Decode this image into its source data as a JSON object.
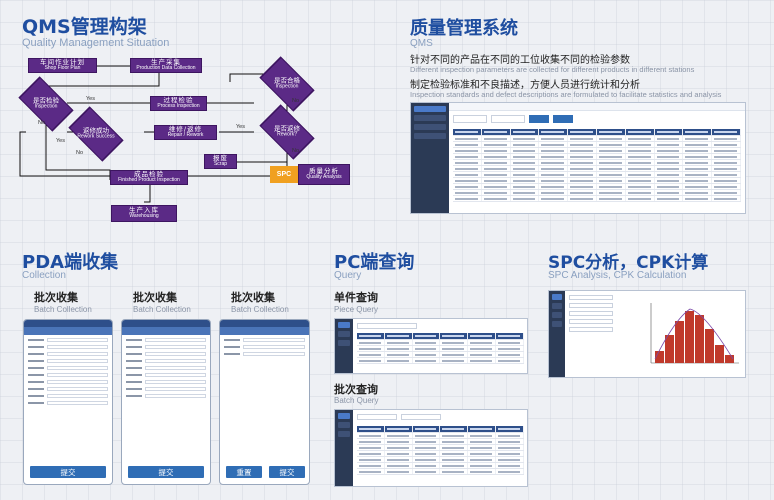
{
  "qms": {
    "title": "QMS管理构架",
    "subtitle": "Quality Management Situation"
  },
  "flow": {
    "floor_plan": {
      "cn": "车间作业计划",
      "en": "Shop Floor Plan"
    },
    "data_collection": {
      "cn": "生产采集",
      "en": "Production Data Collection"
    },
    "inspection_q": {
      "cn": "是否检验",
      "en": "Inspection"
    },
    "process_inspection": {
      "cn": "过程检验",
      "en": "Process Inspection"
    },
    "pass_q": {
      "cn": "是否合格",
      "en": "Inspection"
    },
    "rework_success_q": {
      "cn": "返修成功",
      "en": "Rework Success"
    },
    "repair": {
      "cn": "维修/返修",
      "en": "Repair / Rework"
    },
    "rework_q": {
      "cn": "是否返修",
      "en": "Rework?"
    },
    "scrap": {
      "cn": "报废",
      "en": "Scrap"
    },
    "finished": {
      "cn": "成品检验",
      "en": "Finished Product Inspection"
    },
    "spc": "SPC",
    "quality_analysis": {
      "cn": "质量分析",
      "en": "Quality Analysis"
    },
    "warehousing": {
      "cn": "生产入库",
      "en": "Warehousing"
    },
    "yes": "Yes",
    "no": "No"
  },
  "quality": {
    "title": "质量管理系统",
    "subtitle": "QMS",
    "line1_cn": "针对不同的产品在不同的工位收集不同的检验参数",
    "line1_en": "Different inspection parameters are collected for different products in different stations",
    "line2_cn": "制定检验标准和不良描述，方便人员进行统计和分析",
    "line2_en": "Inspection standards and defect descriptions are formulated to facilitate statistics and analysis"
  },
  "pda": {
    "title": "PDA端收集",
    "subtitle": "Collection",
    "panels": [
      {
        "title": "批次收集",
        "subtitle": "Batch Collection",
        "buttons": [
          "提交"
        ]
      },
      {
        "title": "批次收集",
        "subtitle": "Batch Collection",
        "buttons": [
          "提交"
        ]
      },
      {
        "title": "批次收集",
        "subtitle": "Batch Collection",
        "buttons": [
          "重置",
          "提交"
        ]
      }
    ]
  },
  "pc": {
    "title": "PC端查询",
    "subtitle": "Query",
    "piece": {
      "title": "单件查询",
      "subtitle": "Piece Query"
    },
    "batch": {
      "title": "批次查询",
      "subtitle": "Batch Query"
    }
  },
  "spc": {
    "title": "SPC分析，CPK计算",
    "subtitle": "SPC Analysis, CPK Calculation"
  },
  "colors": {
    "brand": "#1f4ea0",
    "flow": "#5b2a86",
    "spc_box": "#f0a020",
    "histogram": "#c0392b"
  }
}
